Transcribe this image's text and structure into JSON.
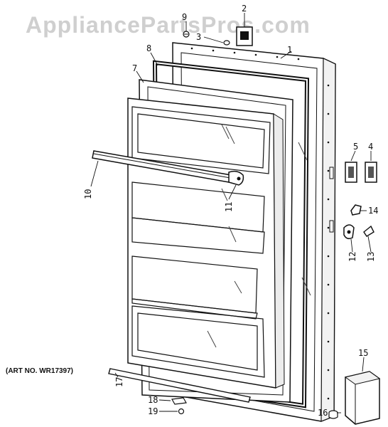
{
  "watermark": "AppliancePartsPros.com",
  "art_number": "(ART NO. WR17397)",
  "callouts": {
    "p1": "1",
    "p2": "2",
    "p3": "3",
    "p4": "4",
    "p5": "5",
    "p7": "7",
    "p8": "8",
    "p9": "9",
    "p10": "10",
    "p11": "11",
    "p12": "12",
    "p13": "13",
    "p14": "14",
    "p15": "15",
    "p16": "16",
    "p17": "17",
    "p18": "18",
    "p19": "19"
  }
}
